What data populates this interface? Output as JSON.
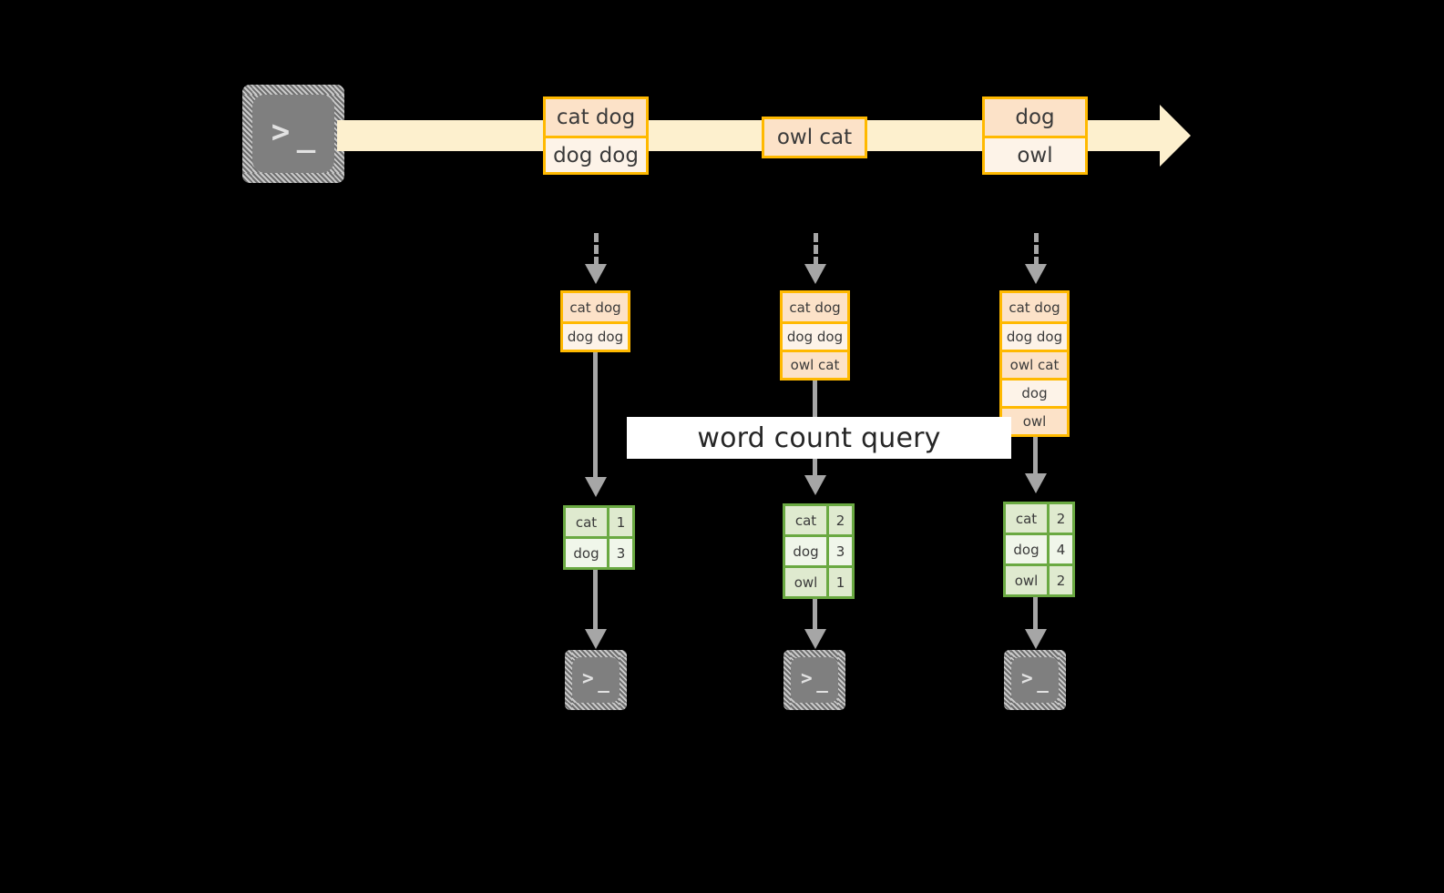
{
  "diagram": {
    "title_label": "word count query",
    "colors": {
      "stream_fill": "#fdf0ce",
      "record_border": "#ffb900",
      "record_fill_dark": "#fce2c8",
      "record_fill_light": "#fdf3e8",
      "table_border": "#6aa942",
      "table_fill_dark": "#dfeacf",
      "table_fill_light": "#f0f6ea",
      "arrow_gray": "#a6a6a6",
      "terminal_gray": "#7f7f7f",
      "background": "#000000"
    },
    "source": {
      "name": "source-terminal",
      "chevron": ">",
      "underscore": "_"
    },
    "stream": {
      "records": [
        {
          "id": "stream-record-1",
          "lines": [
            "cat dog",
            "dog dog"
          ]
        },
        {
          "id": "stream-record-2",
          "lines": [
            "owl cat"
          ]
        },
        {
          "id": "stream-record-3",
          "lines": [
            "dog",
            "owl"
          ]
        }
      ]
    },
    "snapshots": [
      {
        "id": "snapshot-1",
        "lines": [
          "cat dog",
          "dog dog"
        ]
      },
      {
        "id": "snapshot-2",
        "lines": [
          "cat dog",
          "dog dog",
          "owl cat"
        ]
      },
      {
        "id": "snapshot-3",
        "lines": [
          "cat dog",
          "dog dog",
          "owl cat",
          "dog",
          "owl"
        ]
      }
    ],
    "results": [
      {
        "id": "result-1",
        "rows": [
          {
            "key": "cat",
            "value": "1"
          },
          {
            "key": "dog",
            "value": "3"
          }
        ]
      },
      {
        "id": "result-2",
        "rows": [
          {
            "key": "cat",
            "value": "2"
          },
          {
            "key": "dog",
            "value": "3"
          },
          {
            "key": "owl",
            "value": "1"
          }
        ]
      },
      {
        "id": "result-3",
        "rows": [
          {
            "key": "cat",
            "value": "2"
          },
          {
            "key": "dog",
            "value": "4"
          },
          {
            "key": "owl",
            "value": "2"
          }
        ]
      }
    ],
    "sinks": [
      {
        "id": "sink-terminal-1",
        "chevron": ">",
        "underscore": "_"
      },
      {
        "id": "sink-terminal-2",
        "chevron": ">",
        "underscore": "_"
      },
      {
        "id": "sink-terminal-3",
        "chevron": ">",
        "underscore": "_"
      }
    ]
  }
}
